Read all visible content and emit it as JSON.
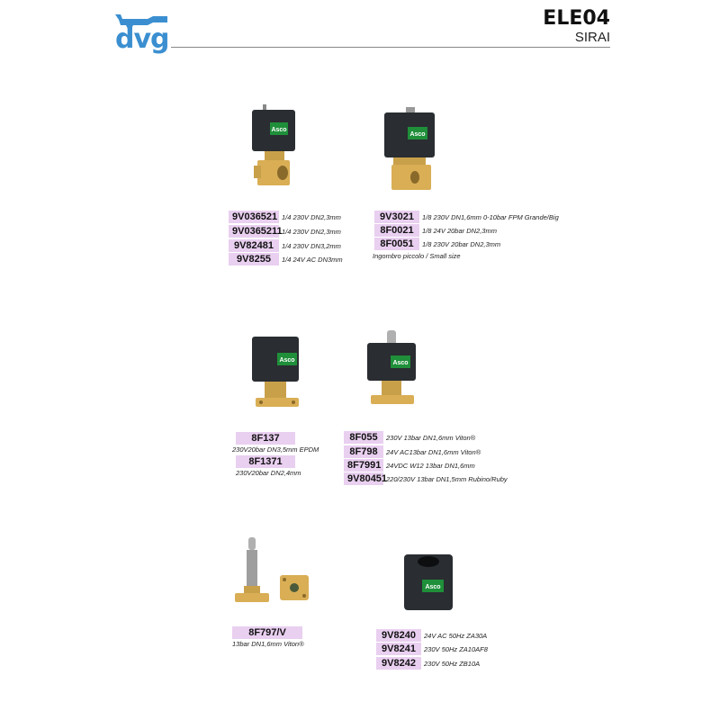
{
  "header": {
    "logo_text": "dvg",
    "catalog_code": "ELE04",
    "brand": "SIRAI"
  },
  "colors": {
    "accent": "#3b8fd0",
    "code_highlight": "#e9cff0",
    "coil": "#2a2d31",
    "label_green": "#1f8f3a",
    "brass": "#d9ae55"
  },
  "groups": [
    {
      "entries": [
        {
          "code": "9V036521",
          "desc": "1/4 230V DN2,3mm"
        },
        {
          "code": "9V0365211",
          "desc": "1/4 230V DN2,3mm"
        },
        {
          "code": "9V82481",
          "desc": "1/4 230V DN3,2mm"
        },
        {
          "code": "9V8255",
          "desc": "1/4 24V AC DN3mm"
        }
      ]
    },
    {
      "entries": [
        {
          "code": "9V3021",
          "desc": "1/8 230V DN1,6mm 0-10bar FPM Grande/Big"
        },
        {
          "code": "8F0021",
          "desc": "1/8 24V 20bar DN2,3mm"
        },
        {
          "code": "8F0051",
          "desc": "1/8 230V 20bar DN2,3mm"
        }
      ],
      "note": "Ingombro piccolo / Small size"
    },
    {
      "entries": [
        {
          "code": "8F137",
          "desc": "230V20bar DN3,5mm EPDM"
        },
        {
          "code": "8F1371",
          "desc": "230V20bar DN2,4mm"
        }
      ]
    },
    {
      "entries": [
        {
          "code": "8F055",
          "desc": "230V 13bar DN1,6mm Viton®"
        },
        {
          "code": "8F798",
          "desc": "24V AC13bar DN1,6mm Viton®"
        },
        {
          "code": "8F7991",
          "desc": "24VDC W12 13bar DN1,6mm"
        },
        {
          "code": "9V80451",
          "desc": "220/230V 13bar DN1,5mm Rubino/Ruby"
        }
      ]
    },
    {
      "entries": [
        {
          "code": "8F797/V",
          "desc": "13bar DN1,6mm Viton®"
        }
      ]
    },
    {
      "entries": [
        {
          "code": "9V8240",
          "desc": "24V AC 50Hz ZA30A"
        },
        {
          "code": "9V8241",
          "desc": "230V 50Hz ZA10AF8"
        },
        {
          "code": "9V8242",
          "desc": "230V 50Hz ZB10A"
        }
      ]
    }
  ],
  "coil_label": "Asco",
  "icons": [
    "dvg-faucet-logo",
    "solenoid-valve-image",
    "valve-plate-image",
    "coil-image"
  ]
}
